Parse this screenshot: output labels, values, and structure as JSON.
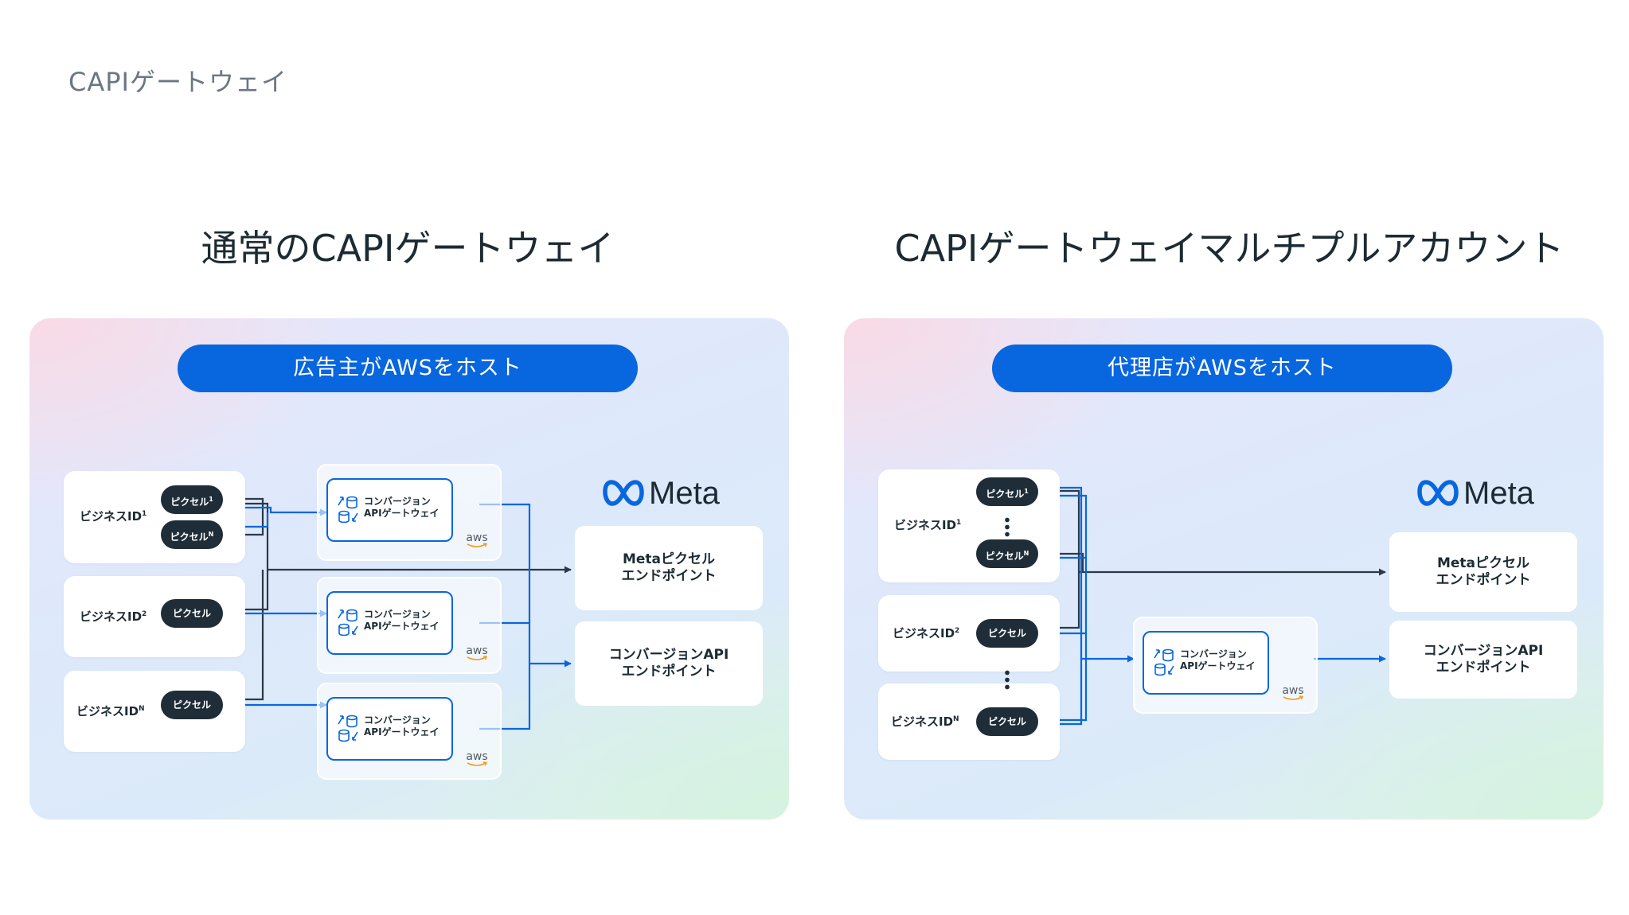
{
  "header": {
    "title": "CAPIゲートウェイ"
  },
  "left": {
    "title": "通常のCAPIゲートウェイ",
    "banner": "広告主がAWSをホスト",
    "businesses": [
      {
        "name": "ビジネスID",
        "sup": "1"
      },
      {
        "name": "ビジネスID",
        "sup": "2"
      },
      {
        "name": "ビジネスID",
        "sup": "N"
      }
    ],
    "pixels": [
      {
        "label": "ピクセル",
        "sup": "1"
      },
      {
        "label": "ピクセル",
        "sup": "N"
      },
      {
        "label": "ピクセル",
        "sup": ""
      },
      {
        "label": "ピクセル",
        "sup": ""
      }
    ],
    "gateway": {
      "line1": "コンバージョン",
      "line2": "APIゲートウェイ",
      "cloud": "aws"
    },
    "brand": "Meta",
    "endpoints": [
      {
        "label": "Metaピクセル\nエンドポイント"
      },
      {
        "label": "コンバージョンAPI\nエンドポイント"
      }
    ]
  },
  "right": {
    "title": "CAPIゲートウェイマルチプルアカウント",
    "banner": "代理店がAWSをホスト",
    "businesses": [
      {
        "name": "ビジネスID",
        "sup": "1"
      },
      {
        "name": "ビジネスID",
        "sup": "2"
      },
      {
        "name": "ビジネスID",
        "sup": "N"
      }
    ],
    "pixels": [
      {
        "label": "ピクセル",
        "sup": "1"
      },
      {
        "label": "ピクセル",
        "sup": "N"
      },
      {
        "label": "ピクセル",
        "sup": ""
      },
      {
        "label": "ピクセル",
        "sup": ""
      }
    ],
    "gateway": {
      "line1": "コンバージョン",
      "line2": "APIゲートウェイ",
      "cloud": "aws"
    },
    "brand": "Meta",
    "endpoints": [
      {
        "label": "Metaピクセル\nエンドポイント"
      },
      {
        "label": "コンバージョンAPI\nエンドポイント"
      }
    ]
  },
  "colors": {
    "accent": "#0866df",
    "dark": "#1f2d38",
    "text": "#1c2b33"
  },
  "icons": [
    "meta-logo-icon",
    "database-sync-icon",
    "aws-logo-icon",
    "vertical-ellipsis-icon"
  ]
}
